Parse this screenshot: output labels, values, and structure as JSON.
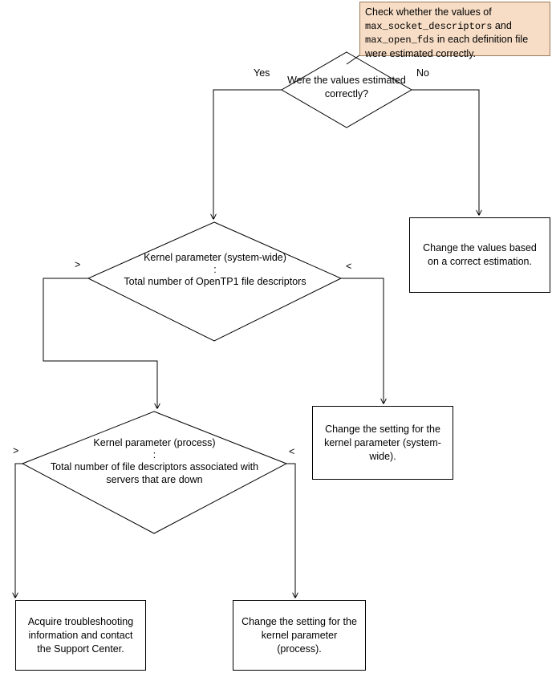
{
  "diagram": {
    "title": "OpenTP1 file descriptor estimation troubleshooting flow",
    "colors": {
      "callout_fill": "#f7ddc6",
      "callout_border": "#9a7a5c",
      "line": "#000000",
      "box_fill": "#ffffff"
    }
  },
  "callout": {
    "line1": "Check whether the values of",
    "code1": "max_socket_descriptors",
    "line2_tail": " and",
    "code2": "max_open_fds",
    "line3_tail": " in each definition file",
    "line4": "were estimated correctly."
  },
  "decisions": {
    "estimated": {
      "text": "Were the values estimated correctly?",
      "yes_label": "Yes",
      "no_label": "No"
    },
    "system_wide": {
      "line1": "Kernel parameter (system-wide)",
      "colon": ":",
      "line2": "Total number of OpenTP1 file descriptors",
      "greater_label": ">",
      "less_label": "<"
    },
    "process": {
      "line1": "Kernel parameter (process)",
      "colon": ":",
      "line2": "Total number of file descriptors associated with servers that are down",
      "greater_label": ">",
      "less_label": "<"
    }
  },
  "actions": {
    "change_values": "Change the values based on a correct estimation.",
    "change_kernel_system_wide": "Change the setting for the kernel parameter (system-wide).",
    "support_center": "Acquire troubleshooting information and contact the Support Center.",
    "change_kernel_process": "Change the setting for the kernel parameter (process)."
  }
}
